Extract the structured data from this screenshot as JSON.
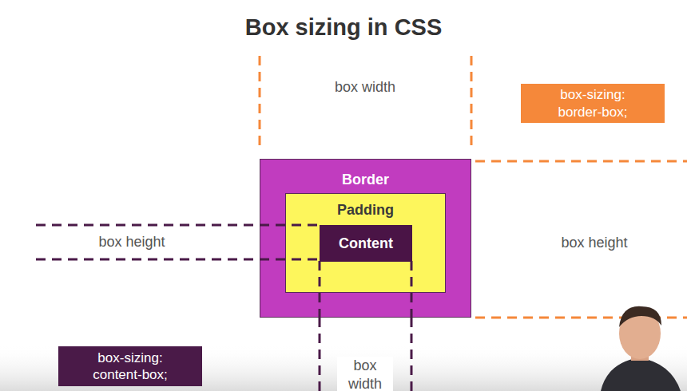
{
  "diagram": {
    "title": "Box sizing in CSS",
    "nodes": [
      {
        "text": [
          "box-sizing: border-box;"
        ]
      },
      {
        "text": [
          "Border"
        ]
      },
      {
        "text": [
          "Padding"
        ],
        "in": 1
      },
      {
        "text": [
          "Content"
        ],
        "in": 2
      },
      {
        "text": [
          "box-sizing: content-box;"
        ]
      }
    ],
    "labels": [
      "box width",
      "box height",
      "box height",
      "box width"
    ]
  }
}
